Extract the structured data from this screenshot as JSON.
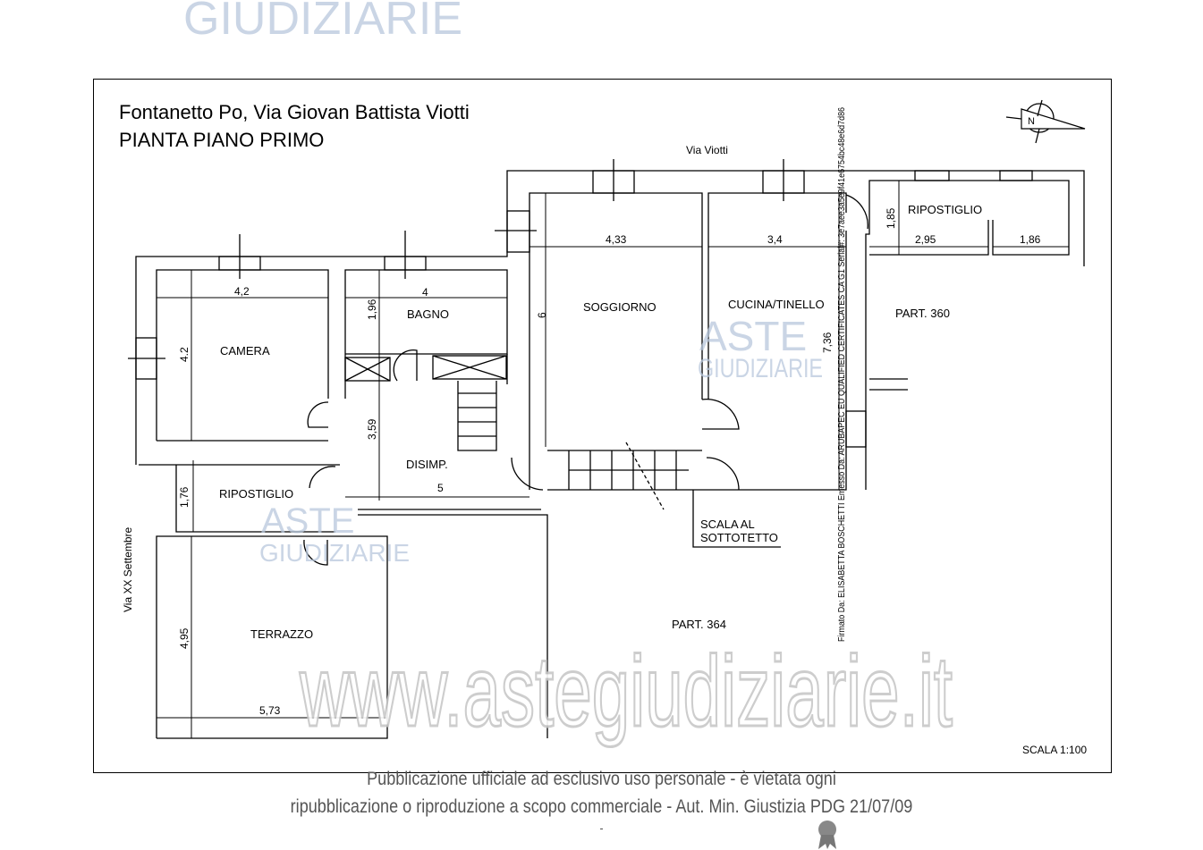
{
  "watermark_top": "GIUDIZIARIE",
  "title": {
    "line1": "Fontanetto Po, Via Giovan Battista Viotti",
    "line2": "PIANTA PIANO PRIMO"
  },
  "streets": {
    "top": "Via Viotti",
    "left": "Via XX Settembre"
  },
  "rooms": {
    "camera": "CAMERA",
    "bagno": "BAGNO",
    "soggiorno": "SOGGIORNO",
    "cucina": "CUCINA/TINELLO",
    "ripostiglio_top": "RIPOSTIGLIO",
    "ripostiglio_left": "RIPOSTIGLIO",
    "disimp": "DISIMP.",
    "terrazzo": "TERRAZZO",
    "part360": "PART. 360",
    "part364": "PART. 364",
    "scala_line1": "SCALA AL",
    "scala_line2": "SOTTOTETTO"
  },
  "dimensions": {
    "camera_w": "4,2",
    "camera_h": "4.2",
    "bagno_w": "4",
    "bagno_h": "1,96",
    "soggiorno_w": "4,33",
    "soggiorno_h": "6",
    "cucina_w": "3,4",
    "cucina_h": "7,36",
    "rip_h": "1,85",
    "rip_w1": "2,95",
    "rip_w2": "1,86",
    "disimp_h": "3,59",
    "disimp_w": "5",
    "rip_left_h": "1,76",
    "terrazzo_h": "4,95",
    "terrazzo_w": "5,73"
  },
  "scale": "SCALA 1:100",
  "compass_letter": "N",
  "watermark_aste": "ASTE",
  "watermark_giudiziarie": "GIUDIZIARIE",
  "watermark_url": "www.astegiudiziarie.it",
  "signature": "Firmato Da: ELISABETTA BOSCHETTI Emesso Da: ARUBAPEC EU QUALIFIED CERTIFICATES CA G1 Serial#: 3e7aee3a5e9f41e6754bc48e6d7d86",
  "footer": {
    "line1": "Pubblicazione ufficiale ad esclusivo uso personale - è vietata ogni",
    "line2": "ripubblicazione o riproduzione a scopo commerciale - Aut. Min. Giustizia PDG 21/07/09",
    "line3": "-"
  }
}
